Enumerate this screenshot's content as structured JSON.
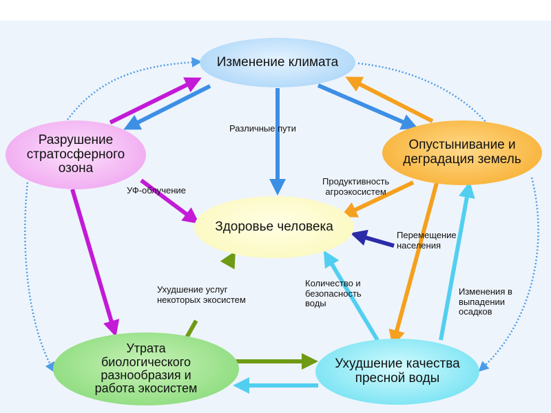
{
  "nodes": {
    "climate": "Изменение климата",
    "ozone": "Разрушение\nстратосферного\nозона",
    "desertification": "Опустынивание и\nдеградация земель",
    "health": "Здоровье человека",
    "biodiversity": "Утрата\nбиологического\nразнообразия и\nработа экосистем",
    "freshwater": "Ухудшение качества\nпресной воды"
  },
  "labels": {
    "various_paths": "Различные пути",
    "uv": "УФ-облучение",
    "agro": "Продуктивность\nагроэкосистем",
    "migration": "Перемещение\nнаселения",
    "ecosystem_services": "Ухудшение услуг\nнекоторых экосистем",
    "water_quantity": "Количество и\nбезопасность\nводы",
    "precipitation": "Изменения в\nвыпадении\nосадков"
  },
  "colors": {
    "climate_arrow": "#3d8fe6",
    "ozone_arrow": "#c21ad6",
    "desert_arrow": "#f5a01e",
    "migration_arrow": "#2c2ba8",
    "bio_arrow": "#6e9a14",
    "water_arrow": "#52cff0",
    "dotted_cycle": "#4a9be8"
  }
}
